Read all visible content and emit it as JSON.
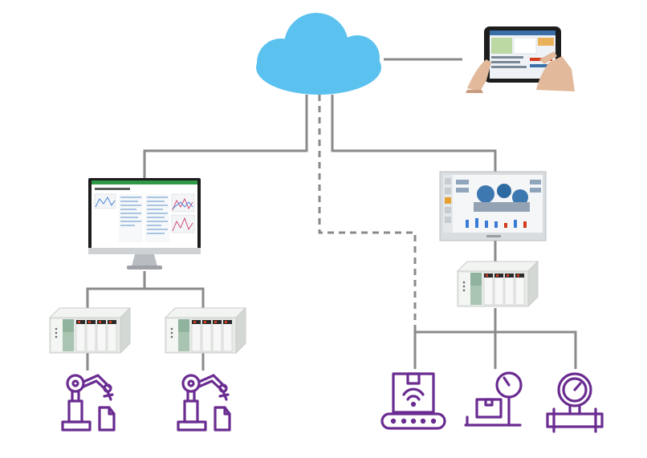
{
  "colors": {
    "background": "#ffffff",
    "cloud": "#5bc2f0",
    "connector": "#8a8a8a",
    "icon": "#6a2c91",
    "plc_body": "#e4e7e4",
    "plc_accent": "#8fb39c",
    "plc_indicator": "#d23b1e",
    "monitor_header": "#2f9a45"
  },
  "nodes": {
    "cloud": {
      "icon": "cloud-icon"
    },
    "tablet": {
      "icon": "tablet-in-hands-icon"
    },
    "desktop_monitor": {
      "icon": "desktop-monitor-icon"
    },
    "hmi_panel": {
      "icon": "hmi-panel-icon"
    },
    "plcs": [
      {
        "icon": "plc-icon"
      },
      {
        "icon": "plc-icon"
      },
      {
        "icon": "plc-icon"
      }
    ],
    "field_devices": [
      {
        "icon": "robot-arm-icon"
      },
      {
        "icon": "robot-arm-icon"
      },
      {
        "icon": "conveyor-wifi-icon"
      },
      {
        "icon": "weighing-scale-icon"
      },
      {
        "icon": "pressure-gauge-icon"
      }
    ]
  },
  "links": [
    {
      "from": "cloud",
      "to": "tablet",
      "style": "solid"
    },
    {
      "from": "cloud",
      "to": "desktop_monitor",
      "style": "solid"
    },
    {
      "from": "cloud",
      "to": "hmi_panel",
      "style": "solid"
    },
    {
      "from": "cloud",
      "to": "field_devices",
      "style": "dashed"
    },
    {
      "from": "desktop_monitor",
      "to": "plc_1",
      "style": "solid"
    },
    {
      "from": "desktop_monitor",
      "to": "plc_2",
      "style": "solid"
    },
    {
      "from": "hmi_panel",
      "to": "plc_3",
      "style": "solid"
    },
    {
      "from": "plc_1",
      "to": "robot_1",
      "style": "solid"
    },
    {
      "from": "plc_2",
      "to": "robot_2",
      "style": "solid"
    },
    {
      "from": "plc_3",
      "to": "conveyor",
      "style": "solid"
    },
    {
      "from": "plc_3",
      "to": "scale",
      "style": "solid"
    },
    {
      "from": "plc_3",
      "to": "gauge",
      "style": "solid"
    }
  ]
}
